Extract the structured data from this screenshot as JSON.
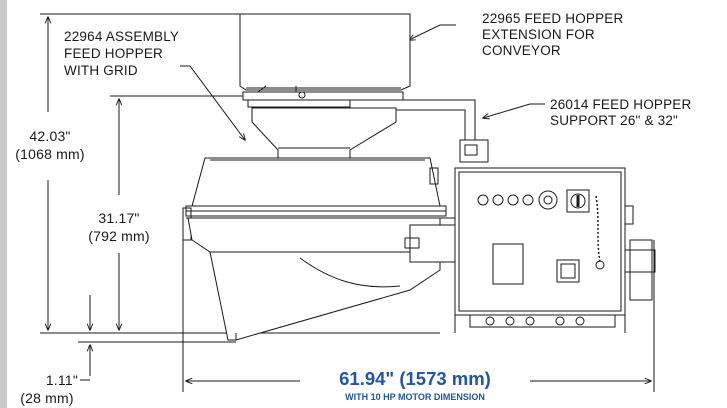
{
  "dimensions": {
    "total_height_in": "42.03\"",
    "total_height_mm": "(1068 mm)",
    "body_height_in": "31.17\"",
    "body_height_mm": "(792 mm)",
    "base_offset_in": "1.11\"",
    "base_offset_mm": "(28 mm)",
    "overall_width": "61.94\" (1573 mm)",
    "overall_width_note": "WITH 10 HP MOTOR DIMENSION"
  },
  "callouts": {
    "assembly": [
      "22964 ASSEMBLY",
      "FEED HOPPER",
      "WITH GRID"
    ],
    "extension": [
      "22965 FEED HOPPER",
      "EXTENSION FOR",
      "CONVEYOR"
    ],
    "support": [
      "26014 FEED HOPPER",
      "SUPPORT 26\" & 32\""
    ]
  },
  "colors": {
    "accent": "#1f56a6",
    "line": "#1a1a1a",
    "sidebar": "#c9c9c9"
  }
}
